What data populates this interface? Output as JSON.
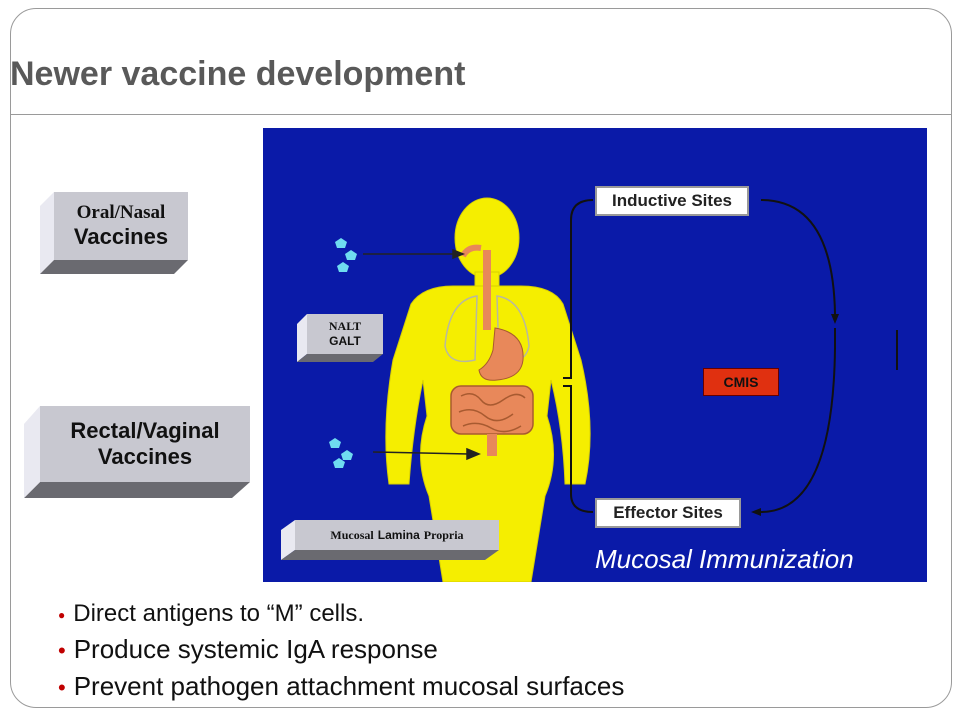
{
  "slide": {
    "title": "Newer vaccine development"
  },
  "left_boxes": {
    "oral_nasal": {
      "line1": "Oral/Nasal",
      "line2": "Vaccines"
    },
    "rectal_vaginal": {
      "line1": "Rectal/Vaginal",
      "line2": "Vaccines"
    }
  },
  "diagram": {
    "inductive_sites": "Inductive Sites",
    "effector_sites": "Effector Sites",
    "cmis": "CMIS",
    "nalt": "NALT",
    "galt": "GALT",
    "mucosal_prefix": "Mucosal",
    "lamina": "Lamina",
    "propria": "Propria",
    "caption": "Mucosal Immunization"
  },
  "bullets": [
    "Direct antigens to “M” cells.",
    "Produce systemic IgA response",
    "Prevent pathogen attachment mucosal surfaces"
  ],
  "colors": {
    "panel_bg": "#0a1aa8",
    "body": "#f5ee00",
    "organs": "#e8885a",
    "cmis_box": "#e03010",
    "bullet": "#c00000",
    "title": "#595959"
  }
}
